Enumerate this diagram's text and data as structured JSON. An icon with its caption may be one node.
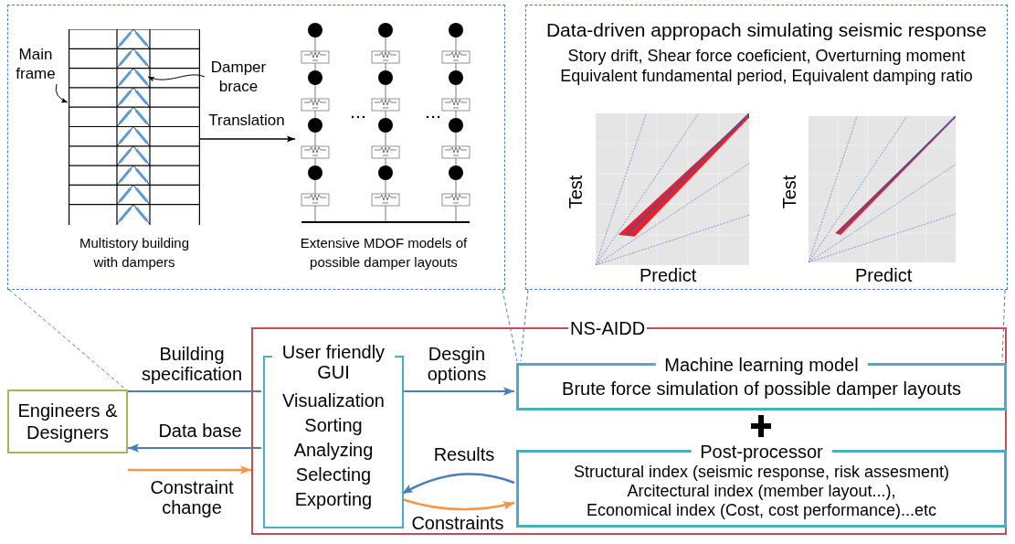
{
  "diagram": {
    "nodes": [
      {
        "text": [],
        "shape": "box"
      },
      {
        "text": [],
        "shape": "picture",
        "in": 0,
        "beside": [
          "Multistory building with dampers"
        ]
      },
      {
        "text": [
          "Main frame"
        ],
        "in": 0
      },
      {
        "text": [
          "Damper brace"
        ],
        "in": 0
      },
      {
        "text": [],
        "shape": "picture",
        "in": 0,
        "beside": [
          "Extensive MDOF models of possible damper layouts"
        ]
      },
      {
        "text": [
          "Data-driven appropach simulating seismic response",
          "Story drift, Shear force coeficient, Overturning moment",
          "Equivalent fundamental period, Equivalent damping ratio"
        ]
      },
      {
        "text": [
          "Engineers & Designers"
        ]
      },
      {
        "text": [
          "NS-AIDD"
        ]
      },
      {
        "text": [
          "User friendly GUI",
          "Visualization",
          "Sorting",
          "Analyzing",
          "Selecting",
          "Exporting"
        ],
        "in": 7
      },
      {
        "text": [
          "Machine learning model",
          "Brute force simulation of possible damper layouts"
        ],
        "in": 7
      },
      {
        "text": [
          "Post-processor",
          "Structural index (seismic response, risk assesment)",
          "Arcitectural index (member layout...),",
          "Economical index (Cost, cost performance)...etc"
        ],
        "in": 7
      },
      {
        "text": [],
        "shape": "bar",
        "in": 1
      }
    ],
    "edges": [
      {
        "from": 6,
        "to": 8,
        "arrow": "none",
        "label": "Building specification"
      },
      {
        "from": 8,
        "to": 9,
        "arrow": "to",
        "label": "Desgin options"
      },
      {
        "from": 8,
        "to": 6,
        "arrow": "to",
        "label": "Data base"
      },
      {
        "from": null,
        "to": 7,
        "arrow": "to",
        "label": "Constraint change",
        "color": "#f79646"
      },
      {
        "from": 10,
        "to": 8,
        "arrow": "to",
        "label": "Results"
      },
      {
        "from": 8,
        "to": 10,
        "arrow": "to",
        "label": "Constraints",
        "color": "#f79646"
      },
      {
        "from": 0,
        "to": 9,
        "arrow": "none",
        "style": "dashed"
      },
      {
        "from": 5,
        "to": 9,
        "arrow": "none",
        "style": "dashed"
      },
      {
        "from": 5,
        "to": 9,
        "arrow": "none",
        "style": "dashed"
      },
      {
        "from": 0,
        "to": 6,
        "arrow": "none",
        "style": "dashed"
      },
      {
        "from": 1,
        "to": 4,
        "arrow": "to",
        "label": "Translation",
        "color": "#000000"
      },
      {
        "from": 2,
        "to": 1,
        "arrow": "to",
        "color": "#000000"
      },
      {
        "from": 3,
        "to": 11,
        "arrow": "to",
        "color": "#000000"
      }
    ],
    "labels": [
      "Test",
      "Predict",
      "Test",
      "Predict"
    ]
  }
}
